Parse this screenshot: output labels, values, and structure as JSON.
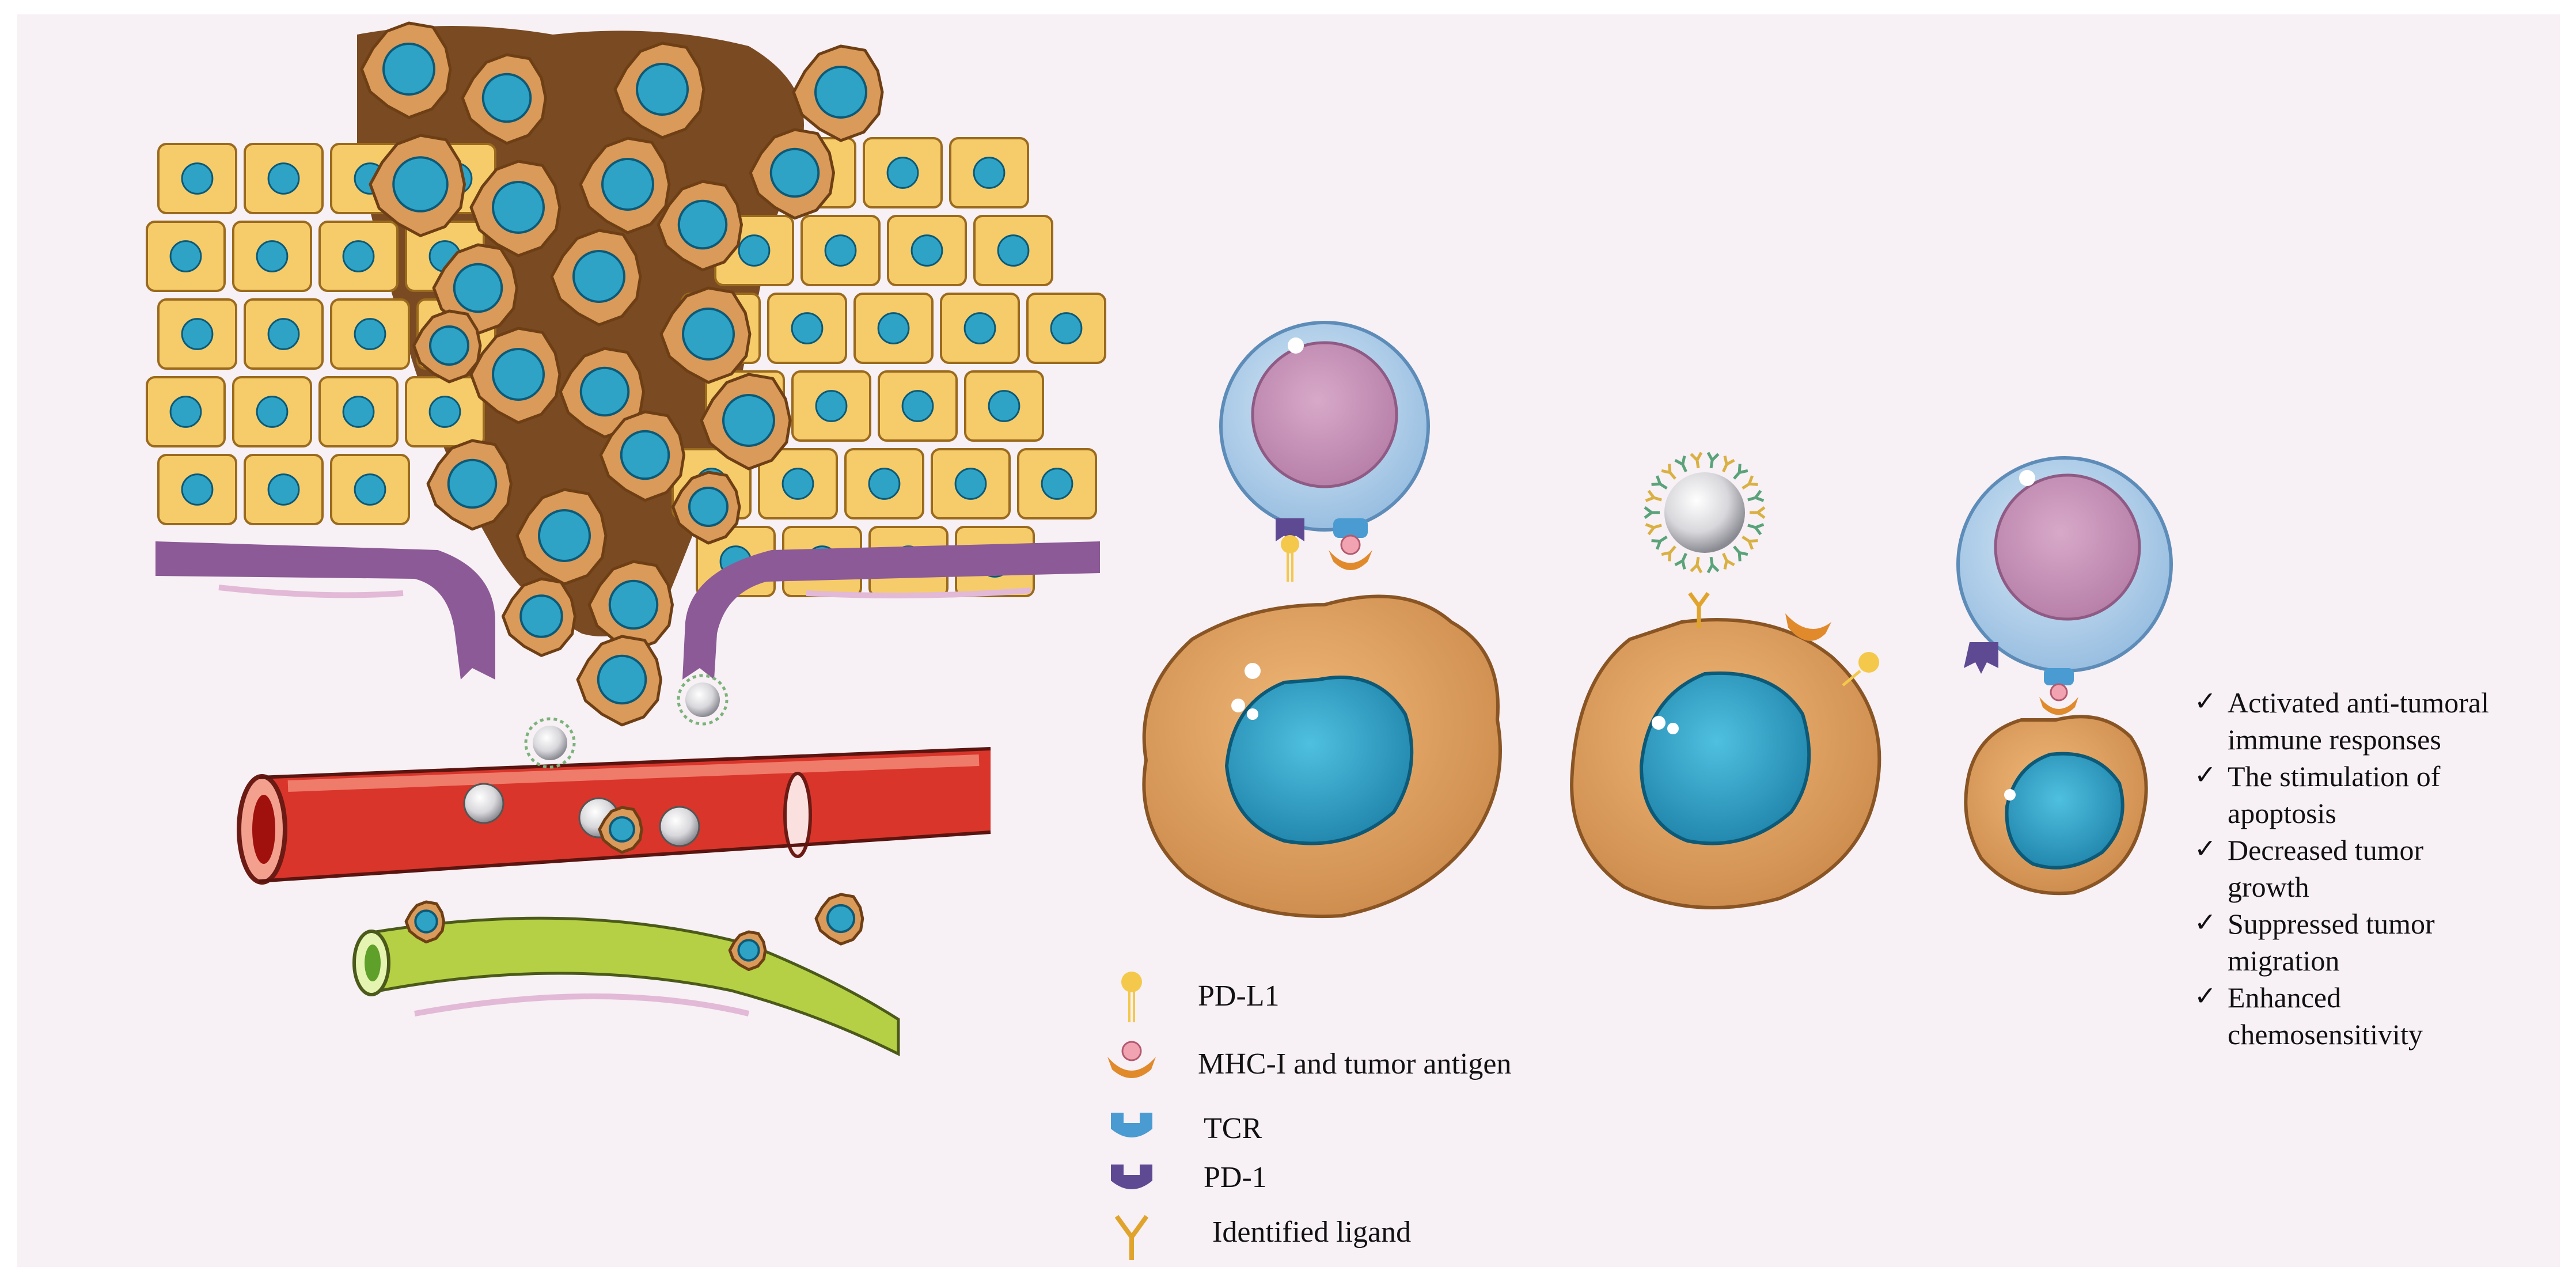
{
  "figure": {
    "background_color": "#f7f0f5",
    "cell_colors": {
      "epithelial": "#f6cc6a",
      "nucleus": "#2ea3c6",
      "tumor": "#d99a5a",
      "basement_membrane": "#8c5a96",
      "blood_vessel": "#d9352b",
      "lymph_vessel": "#b5d044",
      "t_cell": "#a9c9e6",
      "t_cell_nucleus": "#c58fb4",
      "pd_l1": "#f4c84a",
      "tcr": "#4a9bd1",
      "pd_1": "#5e4a93"
    }
  },
  "legend": {
    "items": [
      {
        "icon": "pd-l1-icon",
        "label": "PD-L1"
      },
      {
        "icon": "mhc-i-tumor-antigen-icon",
        "label": "MHC-I and tumor antigen"
      },
      {
        "icon": "tcr-icon",
        "label": "TCR"
      },
      {
        "icon": "pd-1-icon",
        "label": "PD-1"
      },
      {
        "icon": "identified-ligand-icon",
        "label": "Identified ligand"
      }
    ]
  },
  "outcomes": {
    "check_symbol": "✓",
    "items": [
      {
        "line1": "Activated anti-tumoral",
        "line2": "immune responses"
      },
      {
        "line1": "The stimulation of",
        "line2": "apoptosis"
      },
      {
        "line1": "Decreased tumor",
        "line2": "growth"
      },
      {
        "line1": "Suppressed tumor",
        "line2": "migration"
      },
      {
        "line1": "Enhanced",
        "line2": "chemosensitivity"
      }
    ]
  }
}
